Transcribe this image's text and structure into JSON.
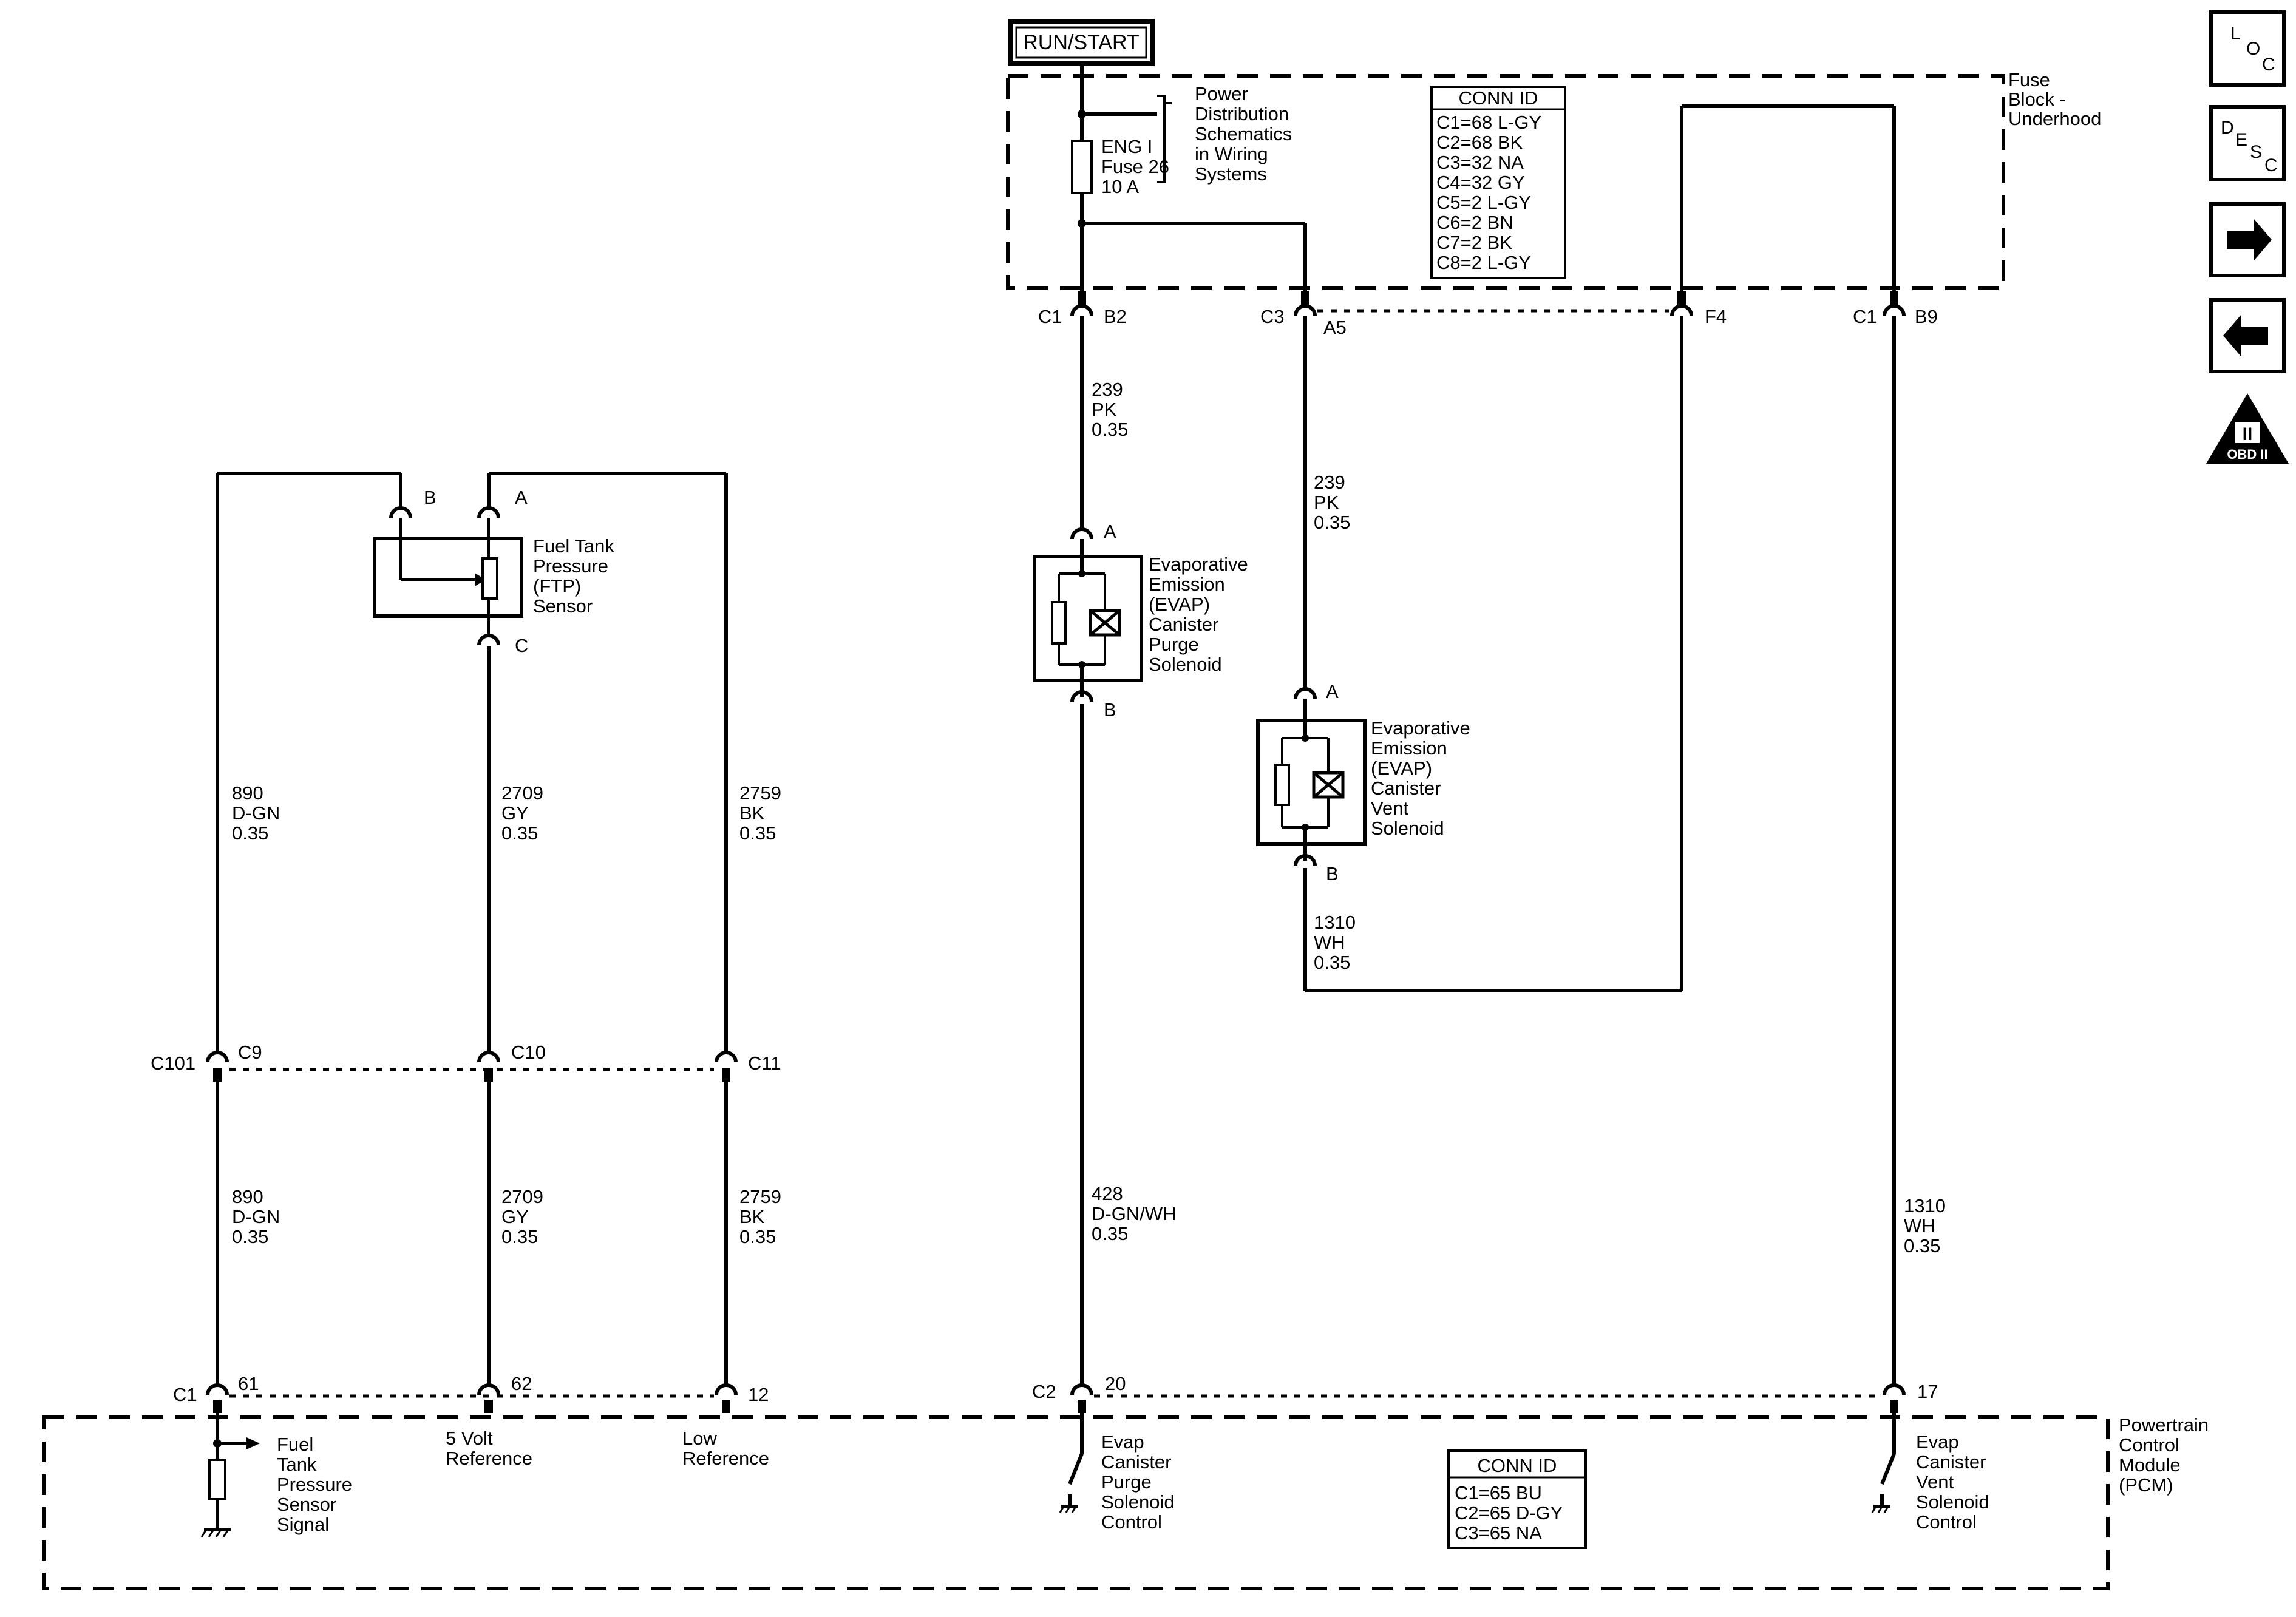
{
  "power": {
    "label": "RUN/START"
  },
  "fuse_block": {
    "title_lines": [
      "Fuse",
      "Block -",
      "Underhood"
    ],
    "fuse_lines": [
      "ENG I",
      "Fuse 26",
      "10 A"
    ],
    "note_lines": [
      "Power",
      "Distribution",
      "Schematics",
      "in Wiring",
      "Systems"
    ],
    "conn_id": {
      "header": "CONN ID",
      "rows": [
        "C1=68 L-GY",
        "C2=68 BK",
        "C3=32 NA",
        "C4=32 GY",
        "C5=2 L-GY",
        "C6=2 BN",
        "C7=2 BK",
        "C8=2 L-GY"
      ]
    }
  },
  "connectors": {
    "c1_b2": [
      "C1",
      "B2"
    ],
    "c3_a5": [
      "C3",
      "A5"
    ],
    "f4": "F4",
    "c1_b9": [
      "C1",
      "B9"
    ],
    "c101": {
      "name": "C101",
      "pins": [
        "C9",
        "C10",
        "C11"
      ]
    },
    "pcm": {
      "c1": "C1",
      "pins_c1": [
        "61",
        "62",
        "12"
      ],
      "c2": "C2",
      "pin_c2": "20",
      "pin_17": "17"
    }
  },
  "wires": {
    "pk_upper": [
      "239",
      "PK",
      "0.35"
    ],
    "pk_vent": [
      "239",
      "PK",
      "0.35"
    ],
    "wh_vent": [
      "1310",
      "WH",
      "0.35"
    ],
    "dgn_upper": [
      "890",
      "D-GN",
      "0.35"
    ],
    "gy_upper": [
      "2709",
      "GY",
      "0.35"
    ],
    "bk_upper": [
      "2759",
      "BK",
      "0.35"
    ],
    "dgn_lower": [
      "890",
      "D-GN",
      "0.35"
    ],
    "gy_lower": [
      "2709",
      "GY",
      "0.35"
    ],
    "bk_lower": [
      "2759",
      "BK",
      "0.35"
    ],
    "dgnwh": [
      "428",
      "D-GN/WH",
      "0.35"
    ],
    "wh_lower": [
      "1310",
      "WH",
      "0.35"
    ]
  },
  "components": {
    "ftp": {
      "pins": [
        "B",
        "A",
        "C"
      ],
      "label_lines": [
        "Fuel Tank",
        "Pressure",
        "(FTP)",
        "Sensor"
      ]
    },
    "purge": {
      "pins": [
        "A",
        "B"
      ],
      "label_lines": [
        "Evaporative",
        "Emission",
        "(EVAP)",
        "Canister",
        "Purge",
        "Solenoid"
      ]
    },
    "vent": {
      "pins": [
        "A",
        "B"
      ],
      "label_lines": [
        "Evaporative",
        "Emission",
        "(EVAP)",
        "Canister",
        "Vent",
        "Solenoid"
      ]
    }
  },
  "pcm": {
    "title_lines": [
      "Powertrain",
      "Control",
      "Module",
      "(PCM)"
    ],
    "signal_lines": [
      "Fuel",
      "Tank",
      "Pressure",
      "Sensor",
      "Signal"
    ],
    "ref5_lines": [
      "5 Volt",
      "Reference"
    ],
    "lowref_lines": [
      "Low",
      "Reference"
    ],
    "purge_ctrl_lines": [
      "Evap",
      "Canister",
      "Purge",
      "Solenoid",
      "Control"
    ],
    "vent_ctrl_lines": [
      "Evap",
      "Canister",
      "Vent",
      "Solenoid",
      "Control"
    ],
    "conn_id": {
      "header": "CONN ID",
      "rows": [
        "C1=65 BU",
        "C2=65 D-GY",
        "C3=65 NA"
      ]
    }
  },
  "nav": {
    "loc": [
      "L",
      "O",
      "C"
    ],
    "desc": [
      "D",
      "E",
      "S",
      "C"
    ],
    "next_icon": "arrow-right-icon",
    "prev_icon": "arrow-left-icon",
    "obd": {
      "numeral": "II",
      "text": "OBD II"
    }
  }
}
